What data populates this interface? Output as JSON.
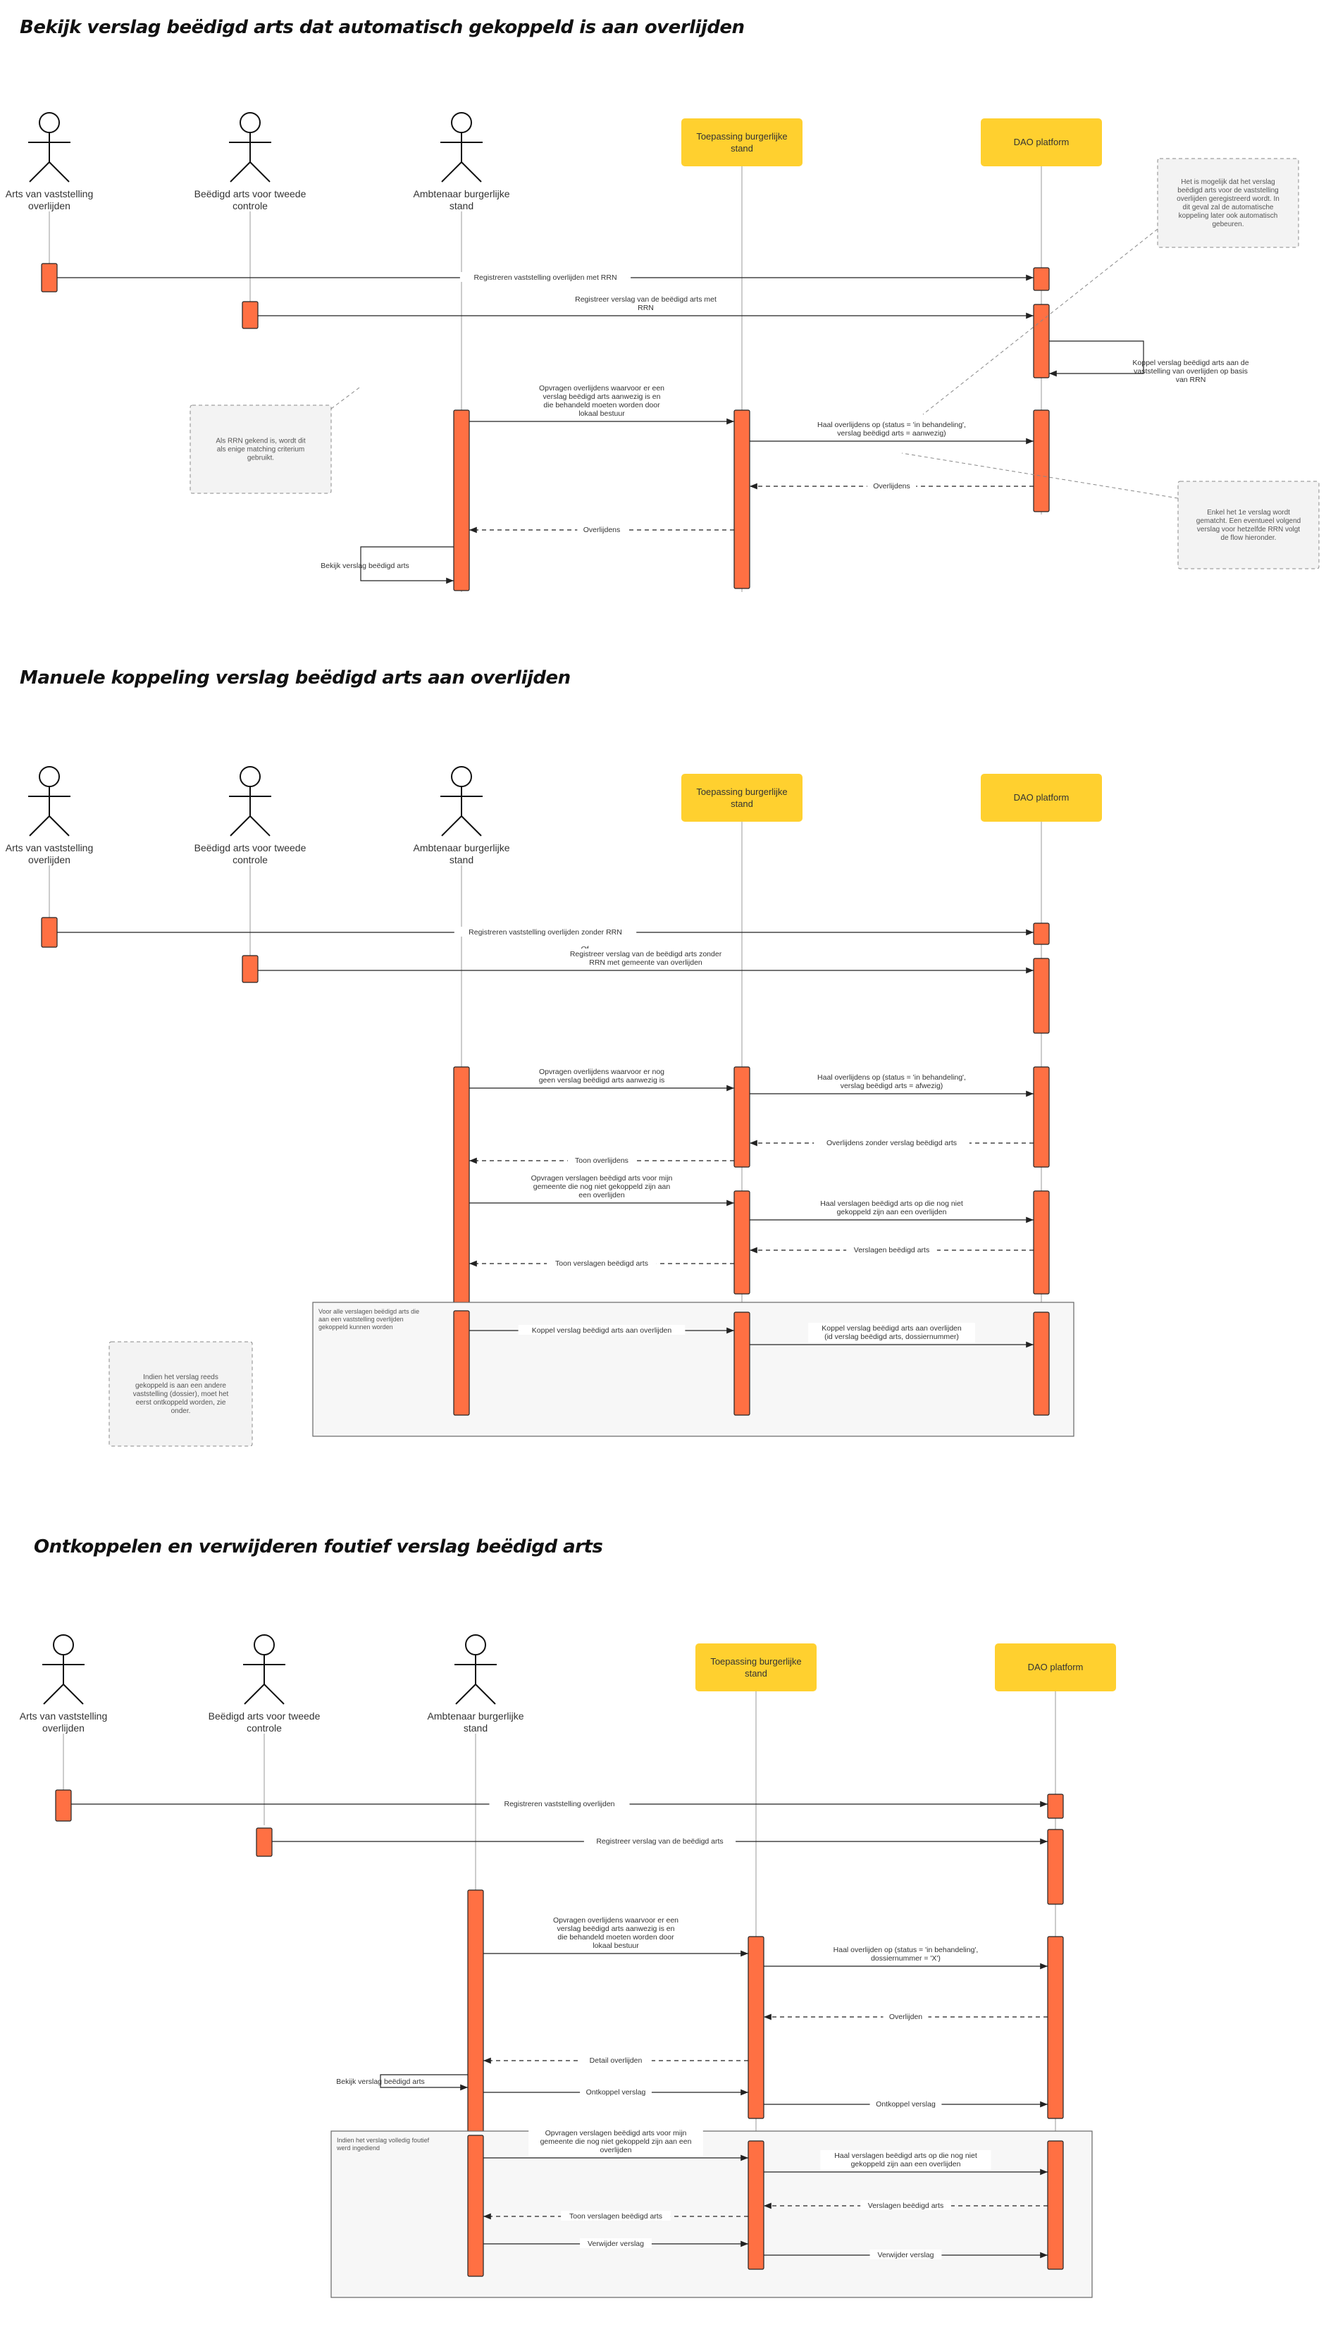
{
  "colors": {
    "activation": "#FF7043",
    "participant_box": "#FFD02F",
    "lifeline": "#999999",
    "note_bg": "#F3F3F3",
    "frame_bg": "#F7F7F7"
  },
  "participants": {
    "arts": "Arts van vaststelling overlijden",
    "beedigd": "Beëdigd arts voor tweede controle",
    "ambtenaar": "Ambtenaar burgerlijke stand",
    "toepassing": "Toepassing burgerlijke stand",
    "dao": "DAO platform"
  },
  "sections": [
    {
      "title": "Bekijk verslag beëdigd arts dat automatisch gekoppeld is aan overlijden",
      "messages": [
        "Registreren vaststelling overlijden met RRN",
        "Registreer verslag van de beëdigd arts met RRN",
        "Koppel verslag beëdigd arts aan de vaststelling van overlijden op basis van RRN",
        "Opvragen overlijdens waarvoor er een verslag beëdigd arts aanwezig is en die behandeld moeten worden door lokaal bestuur",
        "Haal overlijdens op (status = 'in behandeling', verslag beëdigd arts = aanwezig)",
        "Overlijdens",
        "Overlijdens",
        "Bekijk verslag beëdigd arts"
      ],
      "notes": [
        "Het is mogelijk dat het verslag beëdigd arts voor de vaststelling overlijden geregistreerd wordt. In dit geval zal de automatische koppeling later ook automatisch gebeuren.",
        "Als RRN gekend is, wordt dit als enige matching criterium gebruikt.",
        "Enkel het 1e verslag wordt gematcht. Een eventueel volgend verslag voor hetzelfde RRN volgt de flow hieronder."
      ]
    },
    {
      "title": "Manuele koppeling verslag beëdigd arts aan overlijden",
      "messages": [
        "Registreren vaststelling overlijden zonder RRN",
        "Of",
        "Registreer verslag van de beëdigd arts zonder RRN met gemeente van overlijden",
        "Opvragen overlijdens waarvoor er nog geen verslag beëdigd arts aanwezig is",
        "Haal overlijdens op (status = 'in behandeling', verslag beëdigd arts = afwezig)",
        "Overlijdens zonder verslag beëdigd arts",
        "Toon overlijdens",
        "Opvragen verslagen beëdigd arts voor mijn gemeente die nog niet gekoppeld zijn aan een overlijden",
        "Haal verslagen beëdigd arts op die nog niet gekoppeld zijn aan een overlijden",
        "Verslagen beëdigd arts",
        "Toon verslagen beëdigd arts",
        "Koppel verslag beëdigd arts aan overlijden",
        "Koppel verslag beëdigd arts aan overlijden (id verslag beëdigd arts, dossiernummer)"
      ],
      "frame": "Voor alle verslagen beëdigd arts die aan een vaststelling overlijden gekoppeld kunnen worden",
      "notes": [
        "Indien het verslag reeds gekoppeld is aan een andere vaststelling (dossier), moet het eerst ontkoppeld worden, zie onder."
      ]
    },
    {
      "title": "Ontkoppelen en verwijderen foutief verslag beëdigd arts",
      "messages": [
        "Registreren vaststelling overlijden",
        "Registreer verslag van de beëdigd arts",
        "Opvragen overlijdens waarvoor er een verslag beëdigd arts aanwezig is en die behandeld moeten worden door lokaal bestuur",
        "Haal overlijden op (status = 'in behandeling', dossiernummer = 'X')",
        "Overlijden",
        "Detail overlijden",
        "Bekijk verslag beëdigd arts",
        "Ontkoppel verslag",
        "Ontkoppel verslag",
        "Opvragen verslagen beëdigd arts voor mijn gemeente die nog niet gekoppeld zijn aan een overlijden",
        "Haal verslagen beëdigd arts op die nog niet gekoppeld zijn aan een overlijden",
        "Verslagen beëdigd arts",
        "Toon verslagen beëdigd arts",
        "Verwijder verslag",
        "Verwijder verslag"
      ],
      "frame": "Indien het verslag volledig foutief werd ingediend"
    }
  ]
}
